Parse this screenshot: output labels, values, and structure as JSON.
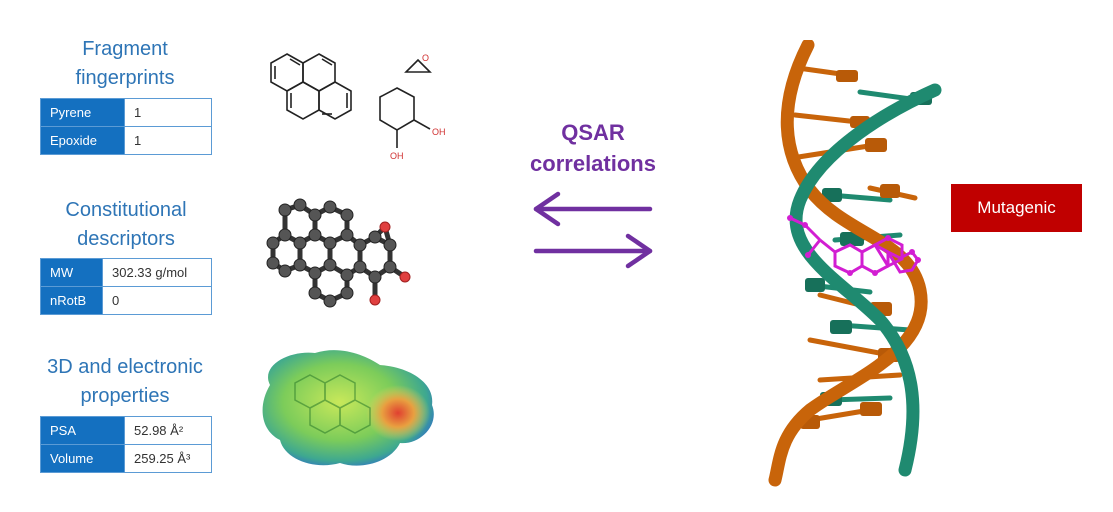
{
  "sections": [
    {
      "title": "Fragment\nfingerprints",
      "rows": [
        {
          "key": "Pyrene",
          "value": "1"
        },
        {
          "key": "Epoxide",
          "value": "1"
        }
      ]
    },
    {
      "title": "Constitutional\ndescriptors",
      "rows": [
        {
          "key": "MW",
          "value": "302.33 g/mol"
        },
        {
          "key": "nRotB",
          "value": "0"
        }
      ]
    },
    {
      "title": "3D and electronic\nproperties",
      "rows": [
        {
          "key": "PSA",
          "value": "52.98 Å²"
        },
        {
          "key": "Volume",
          "value": "259.25 Å³"
        }
      ]
    }
  ],
  "structure_labels": {
    "oh1": "OH",
    "oh2": "OH",
    "o_epoxide": "O"
  },
  "center": {
    "label": "QSAR\ncorrelations",
    "color": "#7030a0"
  },
  "outcome": {
    "label": "Mutagenic",
    "color": "#c00000"
  },
  "colors": {
    "title_blue": "#2e75b6",
    "key_fill": "#1470c0",
    "table_border": "#5b9bd5",
    "dna_strand_orange": "#c8640a",
    "dna_strand_green": "#1f8a70",
    "ligand_magenta": "#d21ed2"
  }
}
